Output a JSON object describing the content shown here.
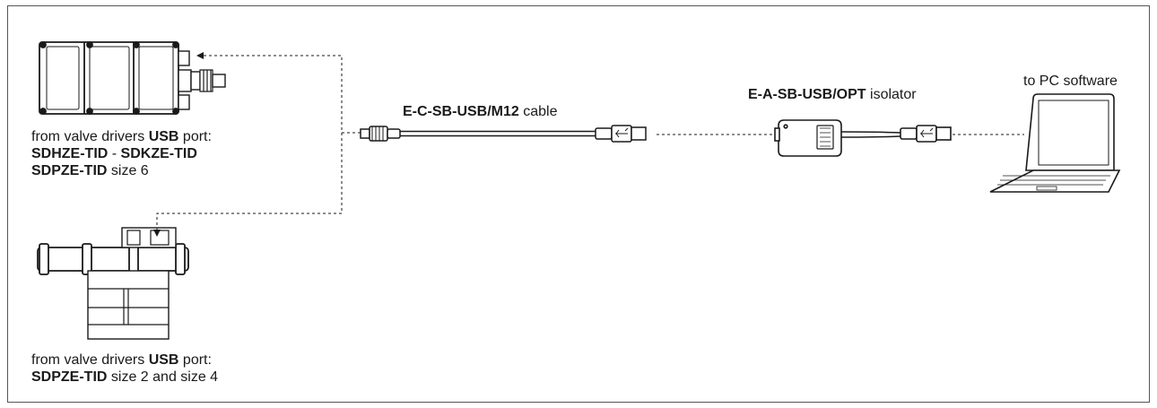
{
  "diagram": {
    "labels": {
      "driver_top": {
        "line1_pre": "from valve drivers ",
        "line1_bold": "USB",
        "line1_post": " port:",
        "line2_bold_a": "SDHZE-TID",
        "line2_mid": " - ",
        "line2_bold_b": "SDKZE-TID",
        "line3_bold": "SDPZE-TID",
        "line3_post": " size 6"
      },
      "driver_bottom": {
        "line1_pre": "from valve drivers ",
        "line1_bold": "USB",
        "line1_post": " port:",
        "line2_bold": "SDPZE-TID",
        "line2_post": " size 2 and size 4"
      },
      "cable": {
        "bold": "E-C-SB-USB/M12",
        "post": " cable"
      },
      "isolator": {
        "bold": "E-A-SB-USB/OPT",
        "post": " isolator"
      },
      "pc": "to PC software"
    },
    "colors": {
      "line": "#1a1a1a",
      "border": "#555555",
      "fill": "#ffffff"
    }
  }
}
